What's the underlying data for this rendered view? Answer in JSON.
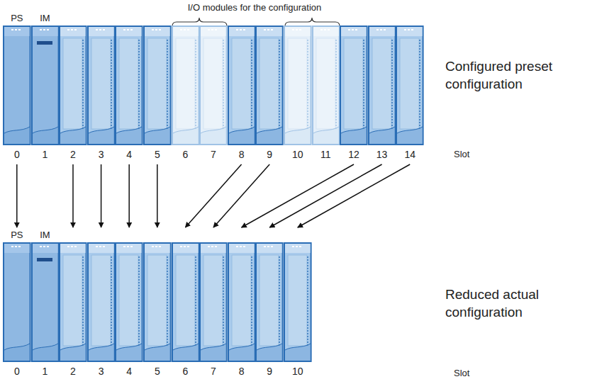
{
  "diagram": {
    "nodes": [
      {
        "text": [
          "PS",
          "0"
        ]
      },
      {
        "text": [
          "IM",
          "1"
        ]
      },
      {
        "text": [
          "2"
        ]
      },
      {
        "text": [
          "3"
        ]
      },
      {
        "text": [
          "4"
        ]
      },
      {
        "text": [
          "5"
        ]
      },
      {
        "text": [
          "6"
        ]
      },
      {
        "text": [
          "7"
        ]
      },
      {
        "text": [
          "8"
        ]
      },
      {
        "text": [
          "9"
        ]
      },
      {
        "text": [
          "10"
        ]
      },
      {
        "text": [
          "11"
        ]
      },
      {
        "text": [
          "12"
        ]
      },
      {
        "text": [
          "13"
        ]
      },
      {
        "text": [
          "14"
        ]
      },
      {
        "text": [
          "PS",
          "0"
        ]
      },
      {
        "text": [
          "IM",
          "1"
        ]
      },
      {
        "text": [
          "2"
        ]
      },
      {
        "text": [
          "3"
        ]
      },
      {
        "text": [
          "4"
        ]
      },
      {
        "text": [
          "5"
        ]
      },
      {
        "text": [
          "6"
        ]
      },
      {
        "text": [
          "7"
        ]
      },
      {
        "text": [
          "8"
        ]
      },
      {
        "text": [
          "9"
        ]
      },
      {
        "text": [
          "10"
        ]
      }
    ],
    "edges": [
      {
        "from": 0,
        "to": 15,
        "arrow": "to"
      },
      {
        "from": 2,
        "to": 17,
        "arrow": "to"
      },
      {
        "from": 3,
        "to": 18,
        "arrow": "to"
      },
      {
        "from": 4,
        "to": 19,
        "arrow": "to"
      },
      {
        "from": 5,
        "to": 20,
        "arrow": "to"
      },
      {
        "from": 8,
        "to": 21,
        "arrow": "to"
      },
      {
        "from": 9,
        "to": 22,
        "arrow": "to"
      },
      {
        "from": 12,
        "to": 23,
        "arrow": "to"
      },
      {
        "from": 13,
        "to": 24,
        "arrow": "to"
      },
      {
        "from": 14,
        "to": 25,
        "arrow": "to"
      }
    ],
    "labels": [
      "I/O modules for the configuration",
      "Configured preset configuration",
      "Slot",
      "Reduced actual configuration",
      "Slot"
    ]
  }
}
